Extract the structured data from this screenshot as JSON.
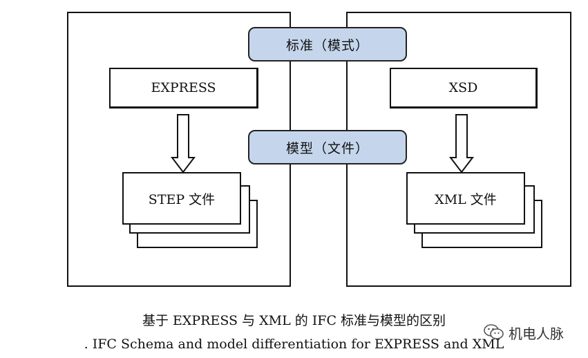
{
  "diagram": {
    "standard_label": "标准（模式）",
    "model_label": "模型（文件）",
    "left": {
      "schema_label": "EXPRESS",
      "file_label": "STEP 文件"
    },
    "right": {
      "schema_label": "XSD",
      "file_label": "XML 文件"
    }
  },
  "caption": {
    "cn": "基于 EXPRESS 与 XML 的 IFC 标准与模型的区别",
    "en": ". IFC Schema and model differentiation for EXPRESS and XML"
  },
  "watermark": {
    "text": "机电人脉",
    "icon": "wechat-icon"
  },
  "colors": {
    "pill_fill": "#c5d6ec",
    "line": "#111111"
  }
}
